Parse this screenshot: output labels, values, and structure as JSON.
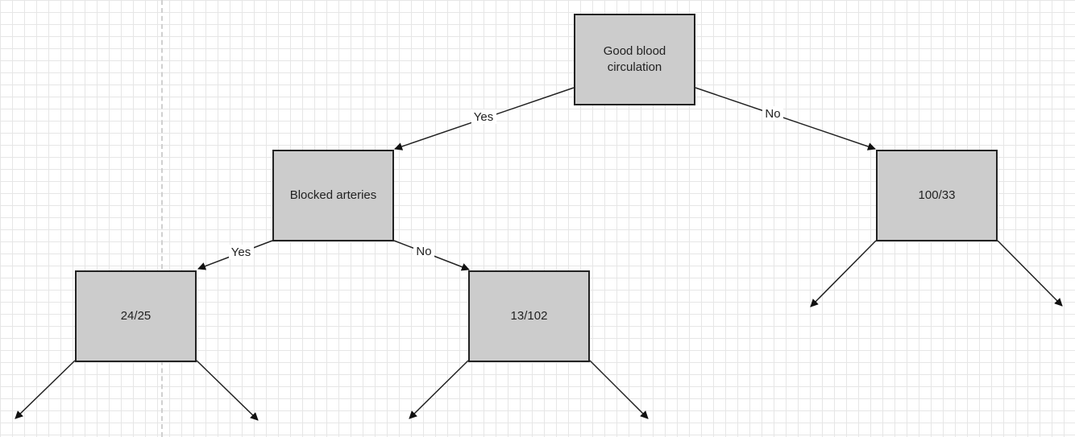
{
  "diagram": {
    "nodes": {
      "root": "Good blood\ncirculation",
      "blocked": "Blocked arteries",
      "right": "100/33",
      "left_leaf": "24/25",
      "mid_leaf": "13/102"
    },
    "edge_labels": {
      "root_yes": "Yes",
      "root_no": "No",
      "blocked_yes": "Yes",
      "blocked_no": "No"
    }
  },
  "colors": {
    "node_fill": "#cccccc",
    "node_border": "#222222",
    "grid": "#e6e6e6"
  }
}
